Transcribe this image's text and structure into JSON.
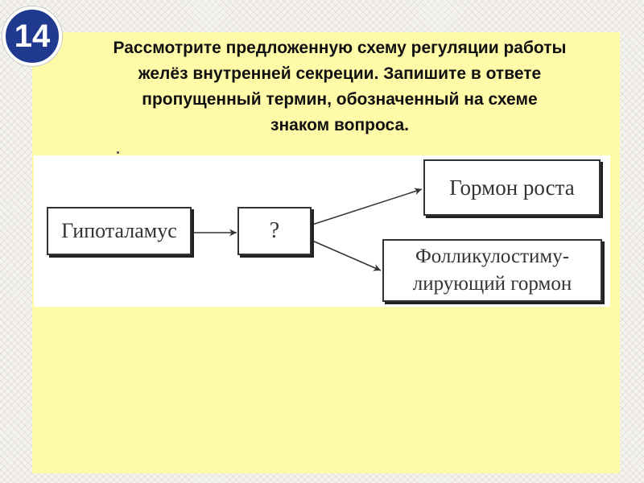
{
  "slide_number": "14",
  "question": {
    "lines": [
      "Рассмотрите предложенную схему регуляции работы",
      "желёз внутренней секреции. Запишите в ответе",
      "пропущенный термин, обозначенный на схеме",
      "знаком вопроса."
    ]
  },
  "diagram": {
    "hypothalamus": "Гипоталамус",
    "unknown": "?",
    "growth_hormone": "Гормон роста",
    "fsh_line1": "Фолликулостиму-",
    "fsh_line2": "лирующий гормон"
  },
  "colors": {
    "panel": "#fffaa8",
    "badge": "#1f3a8f",
    "badge_text": "#ffffff",
    "box_border": "#333333"
  }
}
